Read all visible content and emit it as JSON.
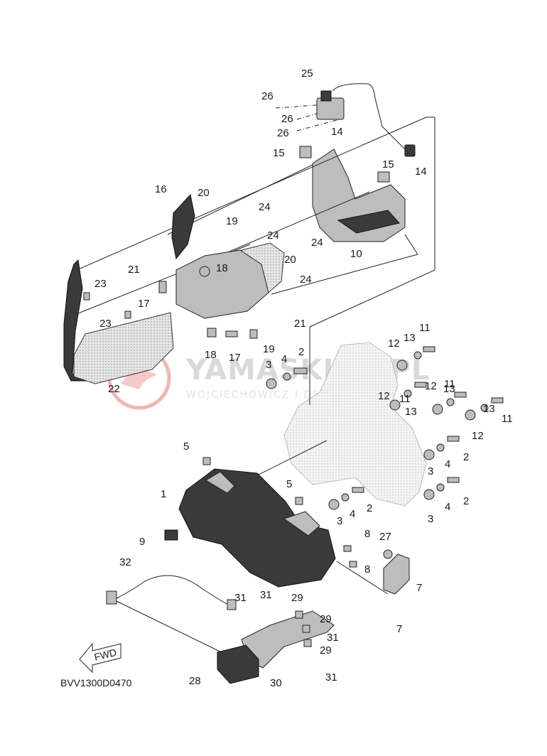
{
  "diagram_code": "BVV1300D0470",
  "fwd_label": "FWD",
  "watermark": {
    "brand": "YAMASKLEP.PL",
    "subtitle": "WOJCIECHOWICZ I DEVELOP YA..."
  },
  "callouts": [
    "1",
    "2",
    "3",
    "4",
    "5",
    "7",
    "8",
    "9",
    "10",
    "11",
    "12",
    "13",
    "14",
    "15",
    "16",
    "17",
    "18",
    "19",
    "20",
    "21",
    "22",
    "23",
    "24",
    "25",
    "26",
    "27",
    "28",
    "29",
    "30",
    "31",
    "32"
  ]
}
